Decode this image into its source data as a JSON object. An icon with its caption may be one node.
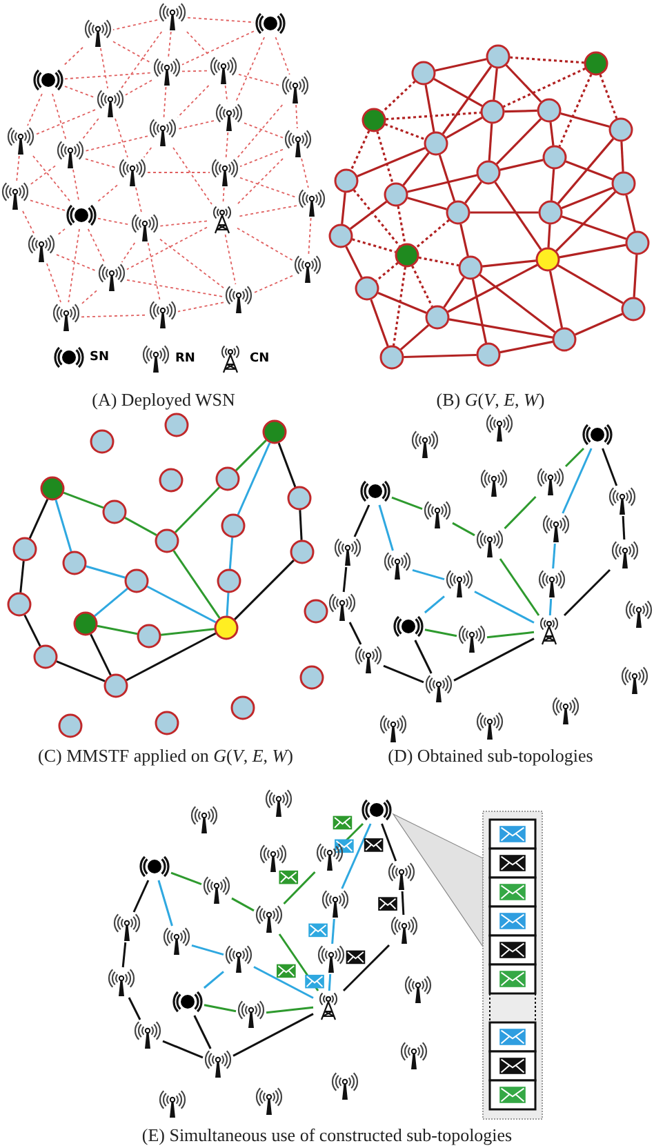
{
  "diagram": {
    "nodes": [
      {
        "text": [],
        "shape": "antenna"
      },
      {
        "text": [],
        "shape": "beacon"
      },
      {
        "text": [],
        "shape": "antenna"
      },
      {
        "text": [],
        "shape": "beacon"
      },
      {
        "text": [],
        "shape": "antenna"
      },
      {
        "text": [],
        "shape": "antenna"
      },
      {
        "text": [],
        "shape": "antenna"
      },
      {
        "text": [],
        "shape": "antenna"
      },
      {
        "text": [],
        "shape": "antenna"
      },
      {
        "text": [],
        "shape": "antenna"
      },
      {
        "text": [],
        "shape": "antenna"
      },
      {
        "text": [],
        "shape": "antenna"
      },
      {
        "text": [],
        "shape": "antenna"
      },
      {
        "text": [],
        "shape": "antenna"
      },
      {
        "text": [],
        "shape": "antenna"
      },
      {
        "text": [],
        "shape": "antenna"
      },
      {
        "text": [],
        "shape": "antenna"
      },
      {
        "text": [],
        "shape": "beacon"
      },
      {
        "text": [],
        "shape": "tower"
      },
      {
        "text": [],
        "shape": "antenna"
      },
      {
        "text": [],
        "shape": "antenna"
      },
      {
        "text": [],
        "shape": "antenna"
      },
      {
        "text": [],
        "shape": "antenna"
      },
      {
        "text": [],
        "shape": "antenna"
      },
      {
        "text": [],
        "shape": "antenna"
      },
      {
        "text": [],
        "shape": "antenna"
      },
      {
        "text": [],
        "shape": "circle"
      },
      {
        "text": [],
        "shape": "circle"
      },
      {
        "text": [],
        "shape": "circle"
      },
      {
        "text": [],
        "shape": "circle"
      },
      {
        "text": [],
        "shape": "circle"
      },
      {
        "text": [],
        "shape": "circle"
      },
      {
        "text": [],
        "shape": "circle"
      },
      {
        "text": [],
        "shape": "circle"
      },
      {
        "text": [],
        "shape": "circle"
      },
      {
        "text": [],
        "shape": "circle"
      },
      {
        "text": [],
        "shape": "circle"
      },
      {
        "text": [],
        "shape": "circle"
      },
      {
        "text": [],
        "shape": "circle"
      },
      {
        "text": [],
        "shape": "circle"
      },
      {
        "text": [],
        "shape": "circle"
      },
      {
        "text": [],
        "shape": "circle"
      },
      {
        "text": [],
        "shape": "circle"
      },
      {
        "text": [],
        "shape": "circle"
      },
      {
        "text": [],
        "shape": "circle"
      },
      {
        "text": [],
        "shape": "circle"
      },
      {
        "text": [],
        "shape": "circle"
      },
      {
        "text": [],
        "shape": "circle"
      },
      {
        "text": [],
        "shape": "circle"
      },
      {
        "text": [],
        "shape": "circle"
      },
      {
        "text": [],
        "shape": "circle"
      },
      {
        "text": [],
        "shape": "circle"
      },
      {
        "text": [],
        "shape": "circle"
      },
      {
        "text": [],
        "shape": "circle"
      },
      {
        "text": [],
        "shape": "circle"
      },
      {
        "text": [],
        "shape": "circle"
      },
      {
        "text": [],
        "shape": "circle"
      },
      {
        "text": [],
        "shape": "circle"
      },
      {
        "text": [],
        "shape": "circle"
      },
      {
        "text": [],
        "shape": "circle"
      },
      {
        "text": [],
        "shape": "circle"
      },
      {
        "text": [],
        "shape": "circle"
      },
      {
        "text": [],
        "shape": "circle"
      },
      {
        "text": [],
        "shape": "circle"
      },
      {
        "text": [],
        "shape": "circle"
      },
      {
        "text": [],
        "shape": "circle"
      },
      {
        "text": [],
        "shape": "circle"
      },
      {
        "text": [],
        "shape": "circle"
      },
      {
        "text": [],
        "shape": "circle"
      },
      {
        "text": [],
        "shape": "circle"
      },
      {
        "text": [],
        "shape": "circle"
      },
      {
        "text": [],
        "shape": "circle"
      },
      {
        "text": [],
        "shape": "circle"
      },
      {
        "text": [],
        "shape": "circle"
      },
      {
        "text": [],
        "shape": "circle"
      },
      {
        "text": [],
        "shape": "circle"
      },
      {
        "text": [],
        "shape": "circle"
      },
      {
        "text": [],
        "shape": "circle"
      },
      {
        "text": [],
        "shape": "antenna"
      },
      {
        "text": [],
        "shape": "beacon"
      },
      {
        "text": [],
        "shape": "antenna"
      },
      {
        "text": [],
        "shape": "beacon"
      },
      {
        "text": [],
        "shape": "antenna"
      },
      {
        "text": [],
        "shape": "antenna"
      },
      {
        "text": [],
        "shape": "antenna"
      },
      {
        "text": [],
        "shape": "antenna"
      },
      {
        "text": [],
        "shape": "antenna"
      },
      {
        "text": [],
        "shape": "antenna"
      },
      {
        "text": [],
        "shape": "antenna"
      },
      {
        "text": [],
        "shape": "antenna"
      },
      {
        "text": [],
        "shape": "antenna"
      },
      {
        "text": [],
        "shape": "antenna"
      },
      {
        "text": [],
        "shape": "antenna"
      },
      {
        "text": [],
        "shape": "antenna"
      },
      {
        "text": [],
        "shape": "antenna"
      },
      {
        "text": [],
        "shape": "beacon"
      },
      {
        "text": [],
        "shape": "tower"
      },
      {
        "text": [],
        "shape": "antenna"
      },
      {
        "text": [],
        "shape": "antenna"
      },
      {
        "text": [],
        "shape": "antenna"
      },
      {
        "text": [],
        "shape": "antenna"
      },
      {
        "text": [],
        "shape": "antenna"
      },
      {
        "text": [],
        "shape": "antenna"
      },
      {
        "text": [],
        "shape": "antenna"
      },
      {
        "text": [],
        "shape": "antenna"
      },
      {
        "text": [],
        "shape": "beacon"
      },
      {
        "text": [],
        "shape": "antenna"
      },
      {
        "text": [],
        "shape": "beacon"
      },
      {
        "text": [],
        "shape": "antenna"
      },
      {
        "text": [],
        "shape": "antenna"
      },
      {
        "text": [],
        "shape": "antenna"
      },
      {
        "text": [],
        "shape": "antenna"
      },
      {
        "text": [],
        "shape": "antenna"
      },
      {
        "text": [],
        "shape": "antenna"
      },
      {
        "text": [],
        "shape": "antenna"
      },
      {
        "text": [],
        "shape": "antenna"
      },
      {
        "text": [],
        "shape": "antenna"
      },
      {
        "text": [],
        "shape": "antenna"
      },
      {
        "text": [],
        "shape": "antenna"
      },
      {
        "text": [],
        "shape": "antenna"
      },
      {
        "text": [],
        "shape": "antenna"
      },
      {
        "text": [],
        "shape": "beacon"
      },
      {
        "text": [],
        "shape": "tower"
      },
      {
        "text": [],
        "shape": "antenna"
      },
      {
        "text": [],
        "shape": "antenna"
      },
      {
        "text": [],
        "shape": "antenna"
      },
      {
        "text": [],
        "shape": "antenna"
      },
      {
        "text": [],
        "shape": "antenna"
      },
      {
        "text": [],
        "shape": "antenna"
      },
      {
        "text": [],
        "shape": "antenna"
      }
    ],
    "edges": [
      {
        "from": 0,
        "to": 1,
        "arrow": "none",
        "style": "dashed",
        "color": "#e06060"
      },
      {
        "from": 0,
        "to": 2,
        "arrow": "none",
        "style": "dashed",
        "color": "#e06060"
      },
      {
        "from": 0,
        "to": 4,
        "arrow": "none",
        "style": "dashed",
        "color": "#e06060"
      },
      {
        "from": 0,
        "to": 5,
        "arrow": "none",
        "style": "dashed",
        "color": "#e06060"
      },
      {
        "from": 0,
        "to": 7,
        "arrow": "none",
        "style": "dashed",
        "color": "#e06060"
      },
      {
        "from": 2,
        "to": 3,
        "arrow": "none",
        "style": "dashed",
        "color": "#e06060"
      },
      {
        "from": 2,
        "to": 7,
        "arrow": "none",
        "style": "dashed",
        "color": "#e06060"
      },
      {
        "from": 2,
        "to": 4,
        "arrow": "none",
        "style": "dashed",
        "color": "#e06060"
      },
      {
        "from": 1,
        "to": 4,
        "arrow": "none",
        "style": "dashed",
        "color": "#e06060"
      },
      {
        "from": 1,
        "to": 8,
        "arrow": "none",
        "style": "dashed",
        "color": "#e06060"
      },
      {
        "from": 1,
        "to": 6,
        "arrow": "none",
        "style": "dashed",
        "color": "#e06060"
      },
      {
        "from": 3,
        "to": 4,
        "arrow": "none",
        "style": "dashed",
        "color": "#e06060"
      },
      {
        "from": 3,
        "to": 7,
        "arrow": "none",
        "style": "dashed",
        "color": "#e06060"
      },
      {
        "from": 3,
        "to": 10,
        "arrow": "none",
        "style": "dashed",
        "color": "#e06060"
      },
      {
        "from": 3,
        "to": 12,
        "arrow": "none",
        "style": "dashed",
        "color": "#e06060"
      },
      {
        "from": 4,
        "to": 5,
        "arrow": "none",
        "style": "dashed",
        "color": "#e06060"
      },
      {
        "from": 4,
        "to": 9,
        "arrow": "none",
        "style": "dashed",
        "color": "#e06060"
      },
      {
        "from": 4,
        "to": 7,
        "arrow": "none",
        "style": "dashed",
        "color": "#e06060"
      },
      {
        "from": 5,
        "to": 6,
        "arrow": "none",
        "style": "dashed",
        "color": "#e06060"
      },
      {
        "from": 5,
        "to": 8,
        "arrow": "none",
        "style": "dashed",
        "color": "#e06060"
      },
      {
        "from": 5,
        "to": 9,
        "arrow": "none",
        "style": "dashed",
        "color": "#e06060"
      },
      {
        "from": 6,
        "to": 11,
        "arrow": "none",
        "style": "dashed",
        "color": "#e06060"
      },
      {
        "from": 6,
        "to": 14,
        "arrow": "none",
        "style": "dashed",
        "color": "#e06060"
      },
      {
        "from": 7,
        "to": 10,
        "arrow": "none",
        "style": "dashed",
        "color": "#e06060"
      },
      {
        "from": 7,
        "to": 12,
        "arrow": "none",
        "style": "dashed",
        "color": "#e06060"
      },
      {
        "from": 7,
        "to": 13,
        "arrow": "none",
        "style": "dashed",
        "color": "#e06060"
      },
      {
        "from": 8,
        "to": 9,
        "arrow": "none",
        "style": "dashed",
        "color": "#e06060"
      },
      {
        "from": 8,
        "to": 11,
        "arrow": "none",
        "style": "dashed",
        "color": "#e06060"
      },
      {
        "from": 8,
        "to": 14,
        "arrow": "none",
        "style": "dashed",
        "color": "#e06060"
      },
      {
        "from": 9,
        "to": 12,
        "arrow": "none",
        "style": "dashed",
        "color": "#e06060"
      },
      {
        "from": 9,
        "to": 13,
        "arrow": "none",
        "style": "dashed",
        "color": "#e06060"
      },
      {
        "from": 9,
        "to": 18,
        "arrow": "none",
        "style": "dashed",
        "color": "#e06060"
      },
      {
        "from": 10,
        "to": 15,
        "arrow": "none",
        "style": "dashed",
        "color": "#e06060"
      },
      {
        "from": 10,
        "to": 17,
        "arrow": "none",
        "style": "dashed",
        "color": "#e06060"
      },
      {
        "from": 11,
        "to": 14,
        "arrow": "none",
        "style": "dashed",
        "color": "#e06060"
      },
      {
        "from": 11,
        "to": 16,
        "arrow": "none",
        "style": "dashed",
        "color": "#e06060"
      },
      {
        "from": 11,
        "to": 18,
        "arrow": "none",
        "style": "dashed",
        "color": "#e06060"
      },
      {
        "from": 12,
        "to": 13,
        "arrow": "none",
        "style": "dashed",
        "color": "#e06060"
      },
      {
        "from": 12,
        "to": 15,
        "arrow": "none",
        "style": "dashed",
        "color": "#e06060"
      },
      {
        "from": 12,
        "to": 17,
        "arrow": "none",
        "style": "dashed",
        "color": "#e06060"
      },
      {
        "from": 13,
        "to": 14,
        "arrow": "none",
        "style": "dashed",
        "color": "#e06060"
      },
      {
        "from": 13,
        "to": 19,
        "arrow": "none",
        "style": "dashed",
        "color": "#e06060"
      },
      {
        "from": 13,
        "to": 17,
        "arrow": "none",
        "style": "dashed",
        "color": "#e06060"
      },
      {
        "from": 14,
        "to": 18,
        "arrow": "none",
        "style": "dashed",
        "color": "#e06060"
      },
      {
        "from": 14,
        "to": 16,
        "arrow": "none",
        "style": "dashed",
        "color": "#e06060"
      },
      {
        "from": 15,
        "to": 17,
        "arrow": "none",
        "style": "dashed",
        "color": "#e06060"
      },
      {
        "from": 15,
        "to": 20,
        "arrow": "none",
        "style": "dashed",
        "color": "#e06060"
      },
      {
        "from": 16,
        "to": 18,
        "arrow": "none",
        "style": "dashed",
        "color": "#e06060"
      },
      {
        "from": 16,
        "to": 21,
        "arrow": "none",
        "style": "dashed",
        "color": "#e06060"
      },
      {
        "from": 17,
        "to": 19,
        "arrow": "none",
        "style": "dashed",
        "color": "#e06060"
      },
      {
        "from": 17,
        "to": 20,
        "arrow": "none",
        "style": "dashed",
        "color": "#e06060"
      },
      {
        "from": 17,
        "to": 22,
        "arrow": "none",
        "style": "dashed",
        "color": "#e06060"
      },
      {
        "from": 17,
        "to": 24,
        "arrow": "none",
        "style": "dashed",
        "color": "#e06060"
      },
      {
        "from": 18,
        "to": 19,
        "arrow": "none",
        "style": "dashed",
        "color": "#e06060"
      },
      {
        "from": 18,
        "to": 21,
        "arrow": "none",
        "style": "dashed",
        "color": "#e06060"
      },
      {
        "from": 18,
        "to": 23,
        "arrow": "none",
        "style": "dashed",
        "color": "#e06060"
      },
      {
        "from": 18,
        "to": 22,
        "arrow": "none",
        "style": "dashed",
        "color": "#e06060"
      },
      {
        "from": 19,
        "to": 22,
        "arrow": "none",
        "style": "dashed",
        "color": "#e06060"
      },
      {
        "from": 19,
        "to": 23,
        "arrow": "none",
        "style": "dashed",
        "color": "#e06060"
      },
      {
        "from": 20,
        "to": 22,
        "arrow": "none",
        "style": "dashed",
        "color": "#e06060"
      },
      {
        "from": 20,
        "to": 24,
        "arrow": "none",
        "style": "dashed",
        "color": "#e06060"
      },
      {
        "from": 21,
        "to": 23,
        "arrow": "none",
        "style": "dashed",
        "color": "#e06060"
      },
      {
        "from": 22,
        "to": 24,
        "arrow": "none",
        "style": "dashed",
        "color": "#e06060"
      },
      {
        "from": 22,
        "to": 23,
        "arrow": "none",
        "style": "dashed",
        "color": "#e06060"
      },
      {
        "from": 24,
        "to": 25,
        "arrow": "none",
        "style": "dashed",
        "color": "#e06060"
      },
      {
        "from": 23,
        "to": 25,
        "arrow": "none",
        "style": "dashed",
        "color": "#e06060"
      },
      {
        "from": 19,
        "to": 25,
        "arrow": "none",
        "style": "dashed",
        "color": "#e06060"
      },
      {
        "from": 26,
        "to": 27,
        "arrow": "none",
        "style": "dashed",
        "color": "#b22222"
      },
      {
        "from": 26,
        "to": 28,
        "arrow": "none",
        "color": "#b22222"
      },
      {
        "from": 26,
        "to": 30,
        "arrow": "none",
        "color": "#b22222"
      },
      {
        "from": 26,
        "to": 31,
        "arrow": "none",
        "color": "#b22222"
      },
      {
        "from": 26,
        "to": 33,
        "arrow": "none",
        "color": "#b22222"
      },
      {
        "from": 28,
        "to": 29,
        "arrow": "none",
        "style": "dashed",
        "color": "#b22222"
      },
      {
        "from": 28,
        "to": 33,
        "arrow": "none",
        "color": "#b22222"
      },
      {
        "from": 28,
        "to": 30,
        "arrow": "none",
        "color": "#b22222"
      },
      {
        "from": 27,
        "to": 30,
        "arrow": "none",
        "style": "dashed",
        "color": "#b22222"
      },
      {
        "from": 27,
        "to": 34,
        "arrow": "none",
        "style": "dashed",
        "color": "#b22222"
      },
      {
        "from": 27,
        "to": 32,
        "arrow": "none",
        "style": "dashed",
        "color": "#b22222"
      },
      {
        "from": 29,
        "to": 30,
        "arrow": "none",
        "style": "dashed",
        "color": "#b22222"
      },
      {
        "from": 29,
        "to": 33,
        "arrow": "none",
        "style": "dashed",
        "color": "#b22222"
      },
      {
        "from": 29,
        "to": 36,
        "arrow": "none",
        "style": "dashed",
        "color": "#b22222"
      },
      {
        "from": 29,
        "to": 38,
        "arrow": "none",
        "style": "dashed",
        "color": "#b22222"
      },
      {
        "from": 30,
        "to": 31,
        "arrow": "none",
        "color": "#b22222"
      },
      {
        "from": 30,
        "to": 35,
        "arrow": "none",
        "color": "#b22222"
      },
      {
        "from": 30,
        "to": 33,
        "arrow": "none",
        "color": "#b22222"
      },
      {
        "from": 31,
        "to": 32,
        "arrow": "none",
        "color": "#b22222"
      },
      {
        "from": 31,
        "to": 34,
        "arrow": "none",
        "color": "#b22222"
      },
      {
        "from": 31,
        "to": 35,
        "arrow": "none",
        "color": "#b22222"
      },
      {
        "from": 32,
        "to": 37,
        "arrow": "none",
        "color": "#b22222"
      },
      {
        "from": 32,
        "to": 40,
        "arrow": "none",
        "color": "#b22222"
      },
      {
        "from": 33,
        "to": 36,
        "arrow": "none",
        "color": "#b22222"
      },
      {
        "from": 33,
        "to": 38,
        "arrow": "none",
        "color": "#b22222"
      },
      {
        "from": 33,
        "to": 39,
        "arrow": "none",
        "color": "#b22222"
      },
      {
        "from": 34,
        "to": 35,
        "arrow": "none",
        "color": "#b22222"
      },
      {
        "from": 34,
        "to": 37,
        "arrow": "none",
        "color": "#b22222"
      },
      {
        "from": 34,
        "to": 40,
        "arrow": "none",
        "color": "#b22222"
      },
      {
        "from": 35,
        "to": 38,
        "arrow": "none",
        "color": "#b22222"
      },
      {
        "from": 35,
        "to": 39,
        "arrow": "none",
        "color": "#b22222"
      },
      {
        "from": 35,
        "to": 44,
        "arrow": "none",
        "color": "#b22222"
      },
      {
        "from": 36,
        "to": 41,
        "arrow": "none",
        "color": "#b22222"
      },
      {
        "from": 36,
        "to": 43,
        "arrow": "none",
        "style": "dashed",
        "color": "#b22222"
      },
      {
        "from": 37,
        "to": 40,
        "arrow": "none",
        "color": "#b22222"
      },
      {
        "from": 37,
        "to": 42,
        "arrow": "none",
        "color": "#b22222"
      },
      {
        "from": 37,
        "to": 44,
        "arrow": "none",
        "color": "#b22222"
      },
      {
        "from": 38,
        "to": 39,
        "arrow": "none",
        "color": "#b22222"
      },
      {
        "from": 38,
        "to": 41,
        "arrow": "none",
        "color": "#b22222"
      },
      {
        "from": 38,
        "to": 43,
        "arrow": "none",
        "style": "dashed",
        "color": "#b22222"
      },
      {
        "from": 39,
        "to": 40,
        "arrow": "none",
        "color": "#b22222"
      },
      {
        "from": 39,
        "to": 45,
        "arrow": "none",
        "color": "#b22222"
      },
      {
        "from": 39,
        "to": 43,
        "arrow": "none",
        "style": "dashed",
        "color": "#b22222"
      },
      {
        "from": 40,
        "to": 44,
        "arrow": "none",
        "color": "#b22222"
      },
      {
        "from": 40,
        "to": 42,
        "arrow": "none",
        "color": "#b22222"
      },
      {
        "from": 41,
        "to": 43,
        "arrow": "none",
        "style": "dashed",
        "color": "#b22222"
      },
      {
        "from": 41,
        "to": 46,
        "arrow": "none",
        "color": "#b22222"
      },
      {
        "from": 42,
        "to": 44,
        "arrow": "none",
        "color": "#b22222"
      },
      {
        "from": 42,
        "to": 47,
        "arrow": "none",
        "color": "#b22222"
      },
      {
        "from": 43,
        "to": 45,
        "arrow": "none",
        "style": "dashed",
        "color": "#b22222"
      },
      {
        "from": 43,
        "to": 46,
        "arrow": "none",
        "style": "dashed",
        "color": "#b22222"
      },
      {
        "from": 43,
        "to": 48,
        "arrow": "none",
        "style": "dashed",
        "color": "#b22222"
      },
      {
        "from": 43,
        "to": 50,
        "arrow": "none",
        "style": "dashed",
        "color": "#b22222"
      },
      {
        "from": 44,
        "to": 45,
        "arrow": "none",
        "color": "#b22222"
      },
      {
        "from": 44,
        "to": 47,
        "arrow": "none",
        "color": "#b22222"
      },
      {
        "from": 44,
        "to": 49,
        "arrow": "none",
        "color": "#b22222"
      },
      {
        "from": 44,
        "to": 48,
        "arrow": "none",
        "color": "#b22222"
      },
      {
        "from": 45,
        "to": 48,
        "arrow": "none",
        "color": "#b22222"
      },
      {
        "from": 45,
        "to": 49,
        "arrow": "none",
        "color": "#b22222"
      },
      {
        "from": 46,
        "to": 48,
        "arrow": "none",
        "color": "#b22222"
      },
      {
        "from": 46,
        "to": 50,
        "arrow": "none",
        "color": "#b22222"
      },
      {
        "from": 47,
        "to": 49,
        "arrow": "none",
        "color": "#b22222"
      },
      {
        "from": 48,
        "to": 50,
        "arrow": "none",
        "color": "#b22222"
      },
      {
        "from": 48,
        "to": 49,
        "arrow": "none",
        "color": "#b22222"
      },
      {
        "from": 50,
        "to": 51,
        "arrow": "none",
        "color": "#b22222"
      },
      {
        "from": 49,
        "to": 51,
        "arrow": "none",
        "color": "#b22222"
      },
      {
        "from": 45,
        "to": 51,
        "arrow": "none",
        "color": "#b22222"
      },
      {
        "from": 55,
        "to": 59,
        "arrow": "none",
        "color": "#2e9a2e"
      },
      {
        "from": 59,
        "to": 61,
        "arrow": "none",
        "color": "#2e9a2e"
      },
      {
        "from": 61,
        "to": 57,
        "arrow": "none",
        "color": "#2e9a2e"
      },
      {
        "from": 57,
        "to": 53,
        "arrow": "none",
        "color": "#2e9a2e"
      },
      {
        "from": 61,
        "to": 70,
        "arrow": "none",
        "color": "#2e9a2e"
      },
      {
        "from": 69,
        "to": 71,
        "arrow": "none",
        "color": "#2e9a2e"
      },
      {
        "from": 71,
        "to": 70,
        "arrow": "none",
        "color": "#2e9a2e"
      },
      {
        "from": 55,
        "to": 64,
        "arrow": "none",
        "color": "#2fa8e0"
      },
      {
        "from": 64,
        "to": 65,
        "arrow": "none",
        "color": "#2fa8e0"
      },
      {
        "from": 65,
        "to": 70,
        "arrow": "none",
        "color": "#2fa8e0"
      },
      {
        "from": 69,
        "to": 65,
        "arrow": "none",
        "color": "#2fa8e0"
      },
      {
        "from": 53,
        "to": 60,
        "arrow": "none",
        "color": "#2fa8e0"
      },
      {
        "from": 60,
        "to": 66,
        "arrow": "none",
        "color": "#2fa8e0"
      },
      {
        "from": 66,
        "to": 70,
        "arrow": "none",
        "color": "#2fa8e0"
      },
      {
        "from": 55,
        "to": 62,
        "arrow": "none",
        "color": "#111111"
      },
      {
        "from": 62,
        "to": 67,
        "arrow": "none",
        "color": "#111111"
      },
      {
        "from": 67,
        "to": 72,
        "arrow": "none",
        "color": "#111111"
      },
      {
        "from": 72,
        "to": 74,
        "arrow": "none",
        "color": "#111111"
      },
      {
        "from": 69,
        "to": 74,
        "arrow": "none",
        "color": "#111111"
      },
      {
        "from": 74,
        "to": 70,
        "arrow": "none",
        "color": "#111111"
      },
      {
        "from": 53,
        "to": 58,
        "arrow": "none",
        "color": "#111111"
      },
      {
        "from": 58,
        "to": 63,
        "arrow": "none",
        "color": "#111111"
      },
      {
        "from": 63,
        "to": 70,
        "arrow": "none",
        "color": "#111111"
      },
      {
        "from": 81,
        "to": 85,
        "arrow": "none",
        "color": "#2e9a2e"
      },
      {
        "from": 85,
        "to": 87,
        "arrow": "none",
        "color": "#2e9a2e"
      },
      {
        "from": 87,
        "to": 83,
        "arrow": "none",
        "color": "#2e9a2e"
      },
      {
        "from": 83,
        "to": 79,
        "arrow": "none",
        "color": "#2e9a2e"
      },
      {
        "from": 87,
        "to": 96,
        "arrow": "none",
        "color": "#2e9a2e"
      },
      {
        "from": 95,
        "to": 97,
        "arrow": "none",
        "color": "#2e9a2e"
      },
      {
        "from": 97,
        "to": 96,
        "arrow": "none",
        "color": "#2e9a2e"
      },
      {
        "from": 81,
        "to": 90,
        "arrow": "none",
        "color": "#2fa8e0"
      },
      {
        "from": 90,
        "to": 91,
        "arrow": "none",
        "color": "#2fa8e0"
      },
      {
        "from": 91,
        "to": 96,
        "arrow": "none",
        "color": "#2fa8e0"
      },
      {
        "from": 95,
        "to": 91,
        "arrow": "none",
        "color": "#2fa8e0"
      },
      {
        "from": 79,
        "to": 86,
        "arrow": "none",
        "color": "#2fa8e0"
      },
      {
        "from": 86,
        "to": 92,
        "arrow": "none",
        "color": "#2fa8e0"
      },
      {
        "from": 92,
        "to": 96,
        "arrow": "none",
        "color": "#2fa8e0"
      },
      {
        "from": 81,
        "to": 88,
        "arrow": "none",
        "color": "#111111"
      },
      {
        "from": 88,
        "to": 93,
        "arrow": "none",
        "color": "#111111"
      },
      {
        "from": 93,
        "to": 98,
        "arrow": "none",
        "color": "#111111"
      },
      {
        "from": 98,
        "to": 100,
        "arrow": "none",
        "color": "#111111"
      },
      {
        "from": 95,
        "to": 100,
        "arrow": "none",
        "color": "#111111"
      },
      {
        "from": 100,
        "to": 96,
        "arrow": "none",
        "color": "#111111"
      },
      {
        "from": 79,
        "to": 84,
        "arrow": "none",
        "color": "#111111"
      },
      {
        "from": 84,
        "to": 89,
        "arrow": "none",
        "color": "#111111"
      },
      {
        "from": 89,
        "to": 96,
        "arrow": "none",
        "color": "#111111"
      },
      {
        "from": 107,
        "to": 111,
        "arrow": "none",
        "color": "#2e9a2e"
      },
      {
        "from": 111,
        "to": 113,
        "arrow": "none",
        "color": "#2e9a2e"
      },
      {
        "from": 113,
        "to": 109,
        "arrow": "none",
        "color": "#2e9a2e"
      },
      {
        "from": 109,
        "to": 105,
        "arrow": "none",
        "color": "#2e9a2e"
      },
      {
        "from": 113,
        "to": 122,
        "arrow": "none",
        "color": "#2e9a2e"
      },
      {
        "from": 121,
        "to": 123,
        "arrow": "none",
        "color": "#2e9a2e"
      },
      {
        "from": 123,
        "to": 122,
        "arrow": "none",
        "color": "#2e9a2e"
      },
      {
        "from": 107,
        "to": 116,
        "arrow": "none",
        "color": "#2fa8e0"
      },
      {
        "from": 116,
        "to": 117,
        "arrow": "none",
        "color": "#2fa8e0"
      },
      {
        "from": 117,
        "to": 122,
        "arrow": "none",
        "color": "#2fa8e0"
      },
      {
        "from": 121,
        "to": 117,
        "arrow": "none",
        "color": "#2fa8e0"
      },
      {
        "from": 105,
        "to": 112,
        "arrow": "none",
        "color": "#2fa8e0"
      },
      {
        "from": 112,
        "to": 118,
        "arrow": "none",
        "color": "#2fa8e0"
      },
      {
        "from": 118,
        "to": 122,
        "arrow": "none",
        "color": "#2fa8e0"
      },
      {
        "from": 107,
        "to": 114,
        "arrow": "none",
        "color": "#111111"
      },
      {
        "from": 114,
        "to": 119,
        "arrow": "none",
        "color": "#111111"
      },
      {
        "from": 119,
        "to": 124,
        "arrow": "none",
        "color": "#111111"
      },
      {
        "from": 124,
        "to": 126,
        "arrow": "none",
        "color": "#111111"
      },
      {
        "from": 121,
        "to": 126,
        "arrow": "none",
        "color": "#111111"
      },
      {
        "from": 126,
        "to": 122,
        "arrow": "none",
        "color": "#111111"
      },
      {
        "from": 105,
        "to": 110,
        "arrow": "none",
        "color": "#111111"
      },
      {
        "from": 110,
        "to": 115,
        "arrow": "none",
        "color": "#111111"
      },
      {
        "from": 115,
        "to": 122,
        "arrow": "none",
        "color": "#111111"
      }
    ],
    "labels": [
      "(A) Deployed WSN",
      "(B) *G*(*V*, *E*, *W*)",
      "(C) MMSTF applied on *G*(*V*, *E*, *W*)",
      "(D) Obtained sub-topologies",
      "(E) Simultaneous use of constructed sub-topologies"
    ],
    "legend": [
      {
        "text": "SN"
      },
      {
        "text": "RN"
      },
      {
        "text": "CN"
      }
    ]
  }
}
